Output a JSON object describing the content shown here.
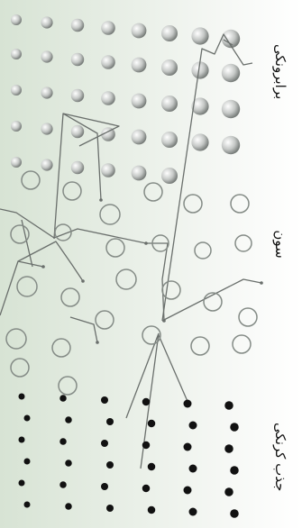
{
  "labels": {
    "top": "برابرونکی",
    "middle": "سون",
    "bottom": "جذب کرنکی"
  },
  "colors": {
    "background_left": "#d7e3d4",
    "background_right": "#ffffff",
    "ring": "#848b86",
    "path": "#6a6f6c",
    "dot": "#111111"
  }
}
